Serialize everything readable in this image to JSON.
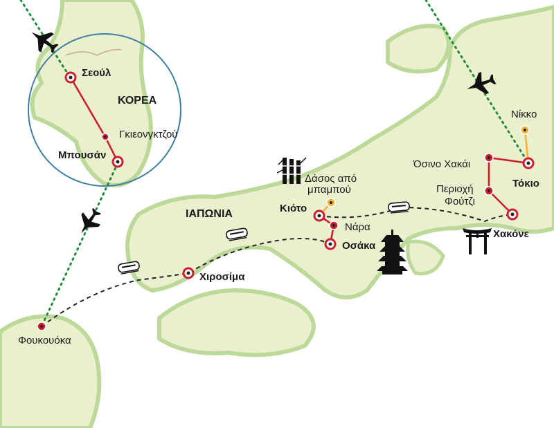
{
  "countries": [
    {
      "id": "korea",
      "label": "ΚΟΡΕΑ"
    },
    {
      "id": "japan",
      "label": "ΙΑΠΩΝΙΑ"
    }
  ],
  "places": [
    {
      "id": "seoul",
      "label": "Σεούλ",
      "type": "stop",
      "bold": true
    },
    {
      "id": "gyeongju",
      "label": "Γκιεονγκτζού",
      "type": "small-stop",
      "bold": false
    },
    {
      "id": "busan",
      "label": "Μπουσάν",
      "type": "stop",
      "bold": true
    },
    {
      "id": "fukuoka",
      "label": "Φουκουόκα",
      "type": "small-stop",
      "bold": false
    },
    {
      "id": "hiroshima",
      "label": "Χιροσίμα",
      "type": "stop",
      "bold": true
    },
    {
      "id": "kyoto",
      "label": "Κιότο",
      "type": "stop",
      "bold": true
    },
    {
      "id": "bamboo",
      "label_lines": [
        "Δάσος από",
        "μπαμπού"
      ],
      "type": "side-trip",
      "bold": false
    },
    {
      "id": "nara",
      "label": "Νάρα",
      "type": "small-stop",
      "bold": false
    },
    {
      "id": "osaka",
      "label": "Οσάκα",
      "type": "stop",
      "bold": true
    },
    {
      "id": "oshino",
      "label": "Όσινο Χακάι",
      "type": "small-stop",
      "bold": false
    },
    {
      "id": "fuji",
      "label_lines": [
        "Περιοχή",
        "Φούτζι"
      ],
      "type": "small-stop",
      "bold": false
    },
    {
      "id": "hakone",
      "label": "Χακόνε",
      "type": "stop",
      "bold": true
    },
    {
      "id": "tokyo",
      "label": "Τόκιο",
      "type": "stop",
      "bold": true
    },
    {
      "id": "nikko",
      "label": "Νίκκο",
      "type": "side-trip",
      "bold": false
    }
  ],
  "legend_colors": {
    "land": "#eaf0cd",
    "land_edge": "#bcd99a",
    "route": "#cc1f2d",
    "side_trip": "#f0b43c",
    "flight": "#1f8c3b",
    "train": "#222222",
    "inset_circle": "#3d7fa3"
  },
  "icons": [
    "airplane-icon",
    "train-icon",
    "bamboo-icon",
    "pagoda-icon",
    "torii-icon"
  ]
}
